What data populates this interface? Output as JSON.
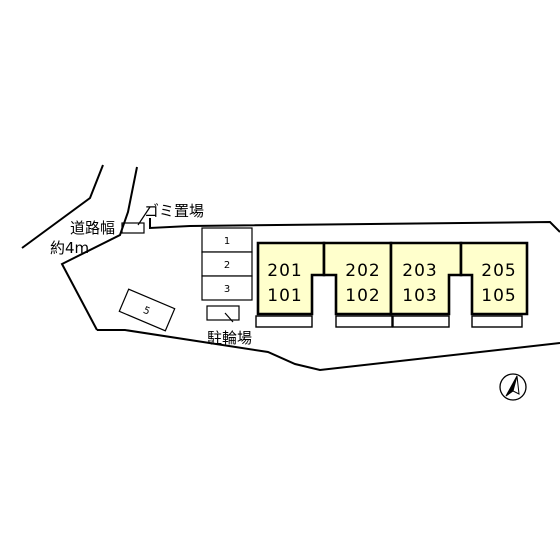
{
  "labels": {
    "road_width_line1": "道路幅",
    "road_width_line2": "約4m",
    "garbage": "ゴミ置場",
    "bicycle": "駐輪場"
  },
  "parking_spaces": [
    "1",
    "2",
    "3",
    "5"
  ],
  "units": [
    {
      "upper": "201",
      "lower": "101"
    },
    {
      "upper": "202",
      "lower": "102"
    },
    {
      "upper": "203",
      "lower": "103"
    },
    {
      "upper": "205",
      "lower": "105"
    }
  ],
  "colors": {
    "unit_fill": "#ffffcc",
    "line": "#000000"
  },
  "icons": {
    "north": "north-arrow-icon"
  }
}
